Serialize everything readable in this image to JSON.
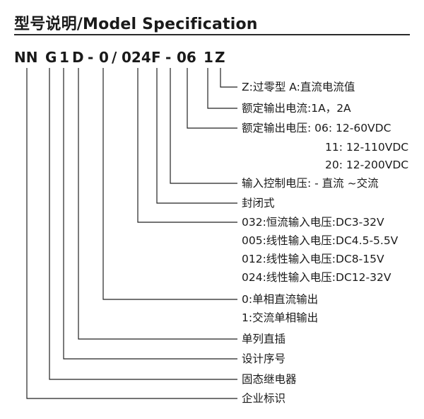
{
  "title": "型号说明/Model Specification",
  "code_segments": [
    "NN",
    "G",
    "1",
    "D",
    "-",
    "0",
    "/",
    "024",
    "F",
    "-",
    "06",
    "1",
    "Z"
  ],
  "descriptions": {
    "zero_cross": "Z:过零型 A:直流电流值",
    "rated_current": "额定输出电流:1A，2A",
    "rated_voltage_06": "额定输出电压: 06: 12-60VDC",
    "rated_voltage_11": "11: 12-110VDC",
    "rated_voltage_20": "20: 12-200VDC",
    "input_control": "输入控制电压: - 直流   ~交流",
    "enclosed": "封闭式",
    "input_032": "032:恒流输入电压:DC3-32V",
    "input_005": "005:线性输入电压:DC4.5-5.5V",
    "input_012": "012:线性输入电压:DC8-15V",
    "input_024": "024:线性输入电压:DC12-32V",
    "output_0": "0:单相直流输出",
    "output_1": "1:交流单相输出",
    "mount": "单列直插",
    "design_no": "设计序号",
    "ssr": "固态继电器",
    "company": "企业标识"
  }
}
